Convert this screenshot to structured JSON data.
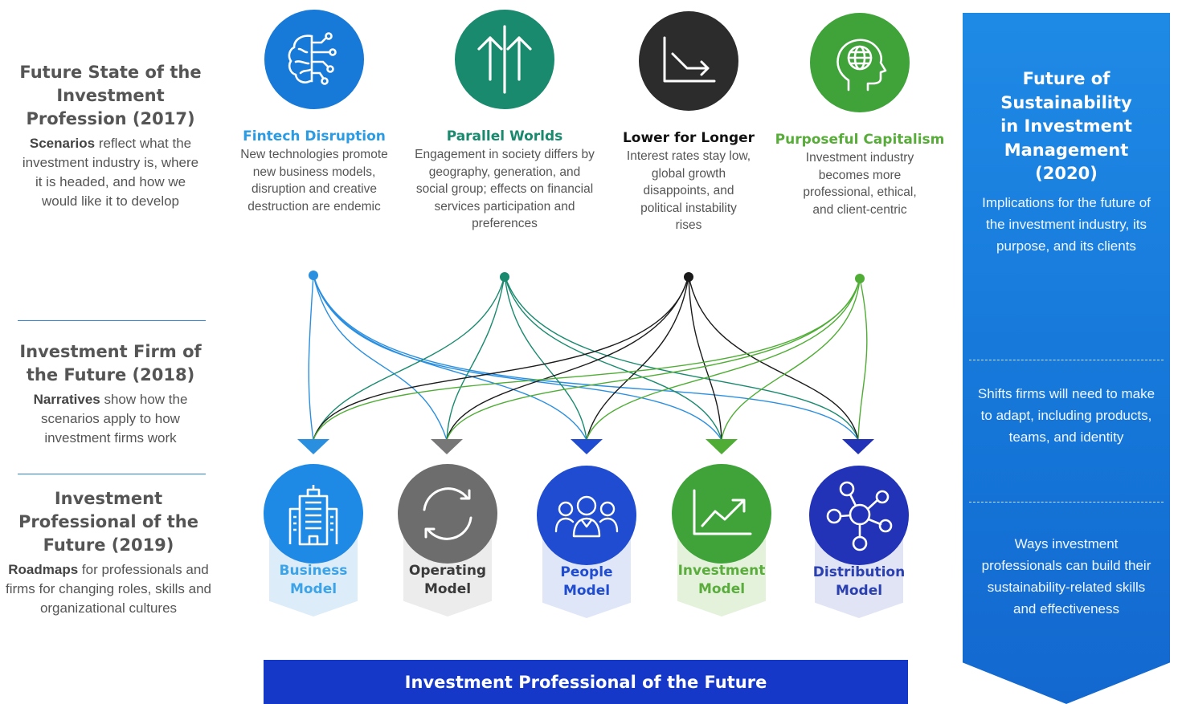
{
  "left": {
    "sections": [
      {
        "title": "Future State of the Investment Profession (2017)",
        "keyword": "Scenarios",
        "rest": " reflect what the investment industry is, where it is headed, and how we would like it to develop"
      },
      {
        "title": "Investment Firm of the Future (2018)",
        "keyword": "Narratives",
        "rest": " show how the scenarios apply to how investment firms work"
      },
      {
        "title": "Investment Professional of the Future (2019)",
        "keyword": "Roadmaps",
        "rest": " for professionals and firms for changing roles, skills and organizational cultures"
      }
    ]
  },
  "scenarios": [
    {
      "title": "Fintech Disruption",
      "desc": "New technologies promote new business models, disruption and creative destruction are endemic",
      "color": "#2b9be3",
      "circle": "#1779d8",
      "icon": "brain-circuit-icon"
    },
    {
      "title": "Parallel Worlds",
      "desc": "Engagement in society differs by geography, generation, and social group; effects on financial services participation and preferences",
      "color": "#1a8a6f",
      "circle": "#1a8a6f",
      "icon": "parallel-arrows-icon"
    },
    {
      "title": "Lower for Longer",
      "desc": "Interest rates stay low, global growth disappoints, and political instability rises",
      "color": "#111111",
      "circle": "#2d2c2c",
      "icon": "declining-chart-icon"
    },
    {
      "title": "Purposeful Capitalism",
      "desc": "Investment industry becomes more professional, ethical, and client-centric",
      "color": "#58ad3a",
      "circle": "#3fa33a",
      "icon": "globe-head-icon"
    }
  ],
  "models": [
    {
      "label_line1": "Business",
      "label_line2": "Model",
      "circle": "#1f8ae6",
      "text_color": "#3da3e8",
      "tab": "#dcecf8",
      "icon": "building-icon"
    },
    {
      "label_line1": "Operating",
      "label_line2": "Model",
      "circle": "#6d6d6d",
      "text_color": "#3a3a3a",
      "tab": "#ececec",
      "icon": "cycle-arrows-icon"
    },
    {
      "label_line1": "People",
      "label_line2": "Model",
      "circle": "#1f4cd0",
      "text_color": "#1f4cd0",
      "tab": "#dfe6f7",
      "icon": "people-group-icon"
    },
    {
      "label_line1": "Investment",
      "label_line2": "Model",
      "circle": "#3fa33a",
      "text_color": "#5aad3c",
      "tab": "#e4f2dc",
      "icon": "growth-chart-icon"
    },
    {
      "label_line1": "Distribution",
      "label_line2": "Model",
      "circle": "#2233b8",
      "text_color": "#2a3fb0",
      "tab": "#e1e4f4",
      "icon": "network-hub-icon"
    }
  ],
  "banner": "Investment Professional of the Future",
  "right_panel": {
    "title": "Future of Sustainability in Investment Management (2020)",
    "items": [
      "Implications for the future of the investment industry, its purpose, and its clients",
      "Shifts firms will need to make to adapt, including products, teams, and identity",
      "Ways investment professionals can build their sustainability-related skills and effectiveness"
    ]
  }
}
